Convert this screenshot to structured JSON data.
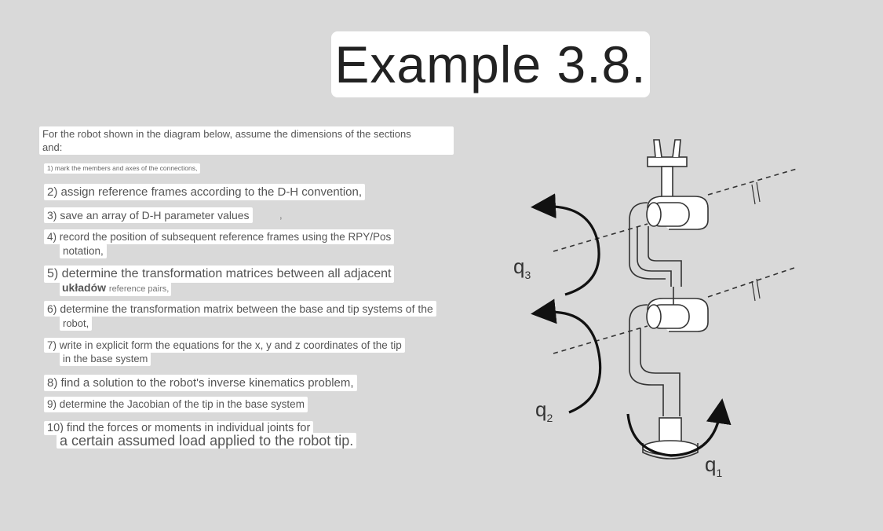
{
  "title": "Example 3.8.",
  "intro": {
    "line1": "For the robot shown in the diagram below, assume the dimensions of the sections",
    "line2": "and:"
  },
  "steps": {
    "s1": "1) mark the members and axes of the connections,",
    "s2": "2) assign reference frames according to the D-H convention,",
    "s3": "3) save an array of D-H parameter values",
    "s3_trailing": ",",
    "s4a": "4) record the position of subsequent reference frames using the RPY/Pos",
    "s4b": "notation,",
    "s5a": "5) determine the transformation matrices between all adjacent",
    "s5b_bold": "układów",
    "s5b_rest": "reference pairs,",
    "s6a": "6) determine the transformation matrix between the base and tip systems of the",
    "s6b": "robot,",
    "s7a": "7) write in explicit form the equations for the x, y and z coordinates of the tip",
    "s7b": "in the base system",
    "s8": "8) find a solution to the robot's inverse kinematics problem,",
    "s9": "9) determine the Jacobian of the tip in the base system",
    "s10a": "10) find the forces or moments in individual joints for",
    "s10b": "a certain assumed load applied to the robot tip."
  },
  "figure": {
    "q1": "q",
    "q1_sub": "1",
    "q2": "q",
    "q2_sub": "2",
    "q3": "q",
    "q3_sub": "3"
  }
}
